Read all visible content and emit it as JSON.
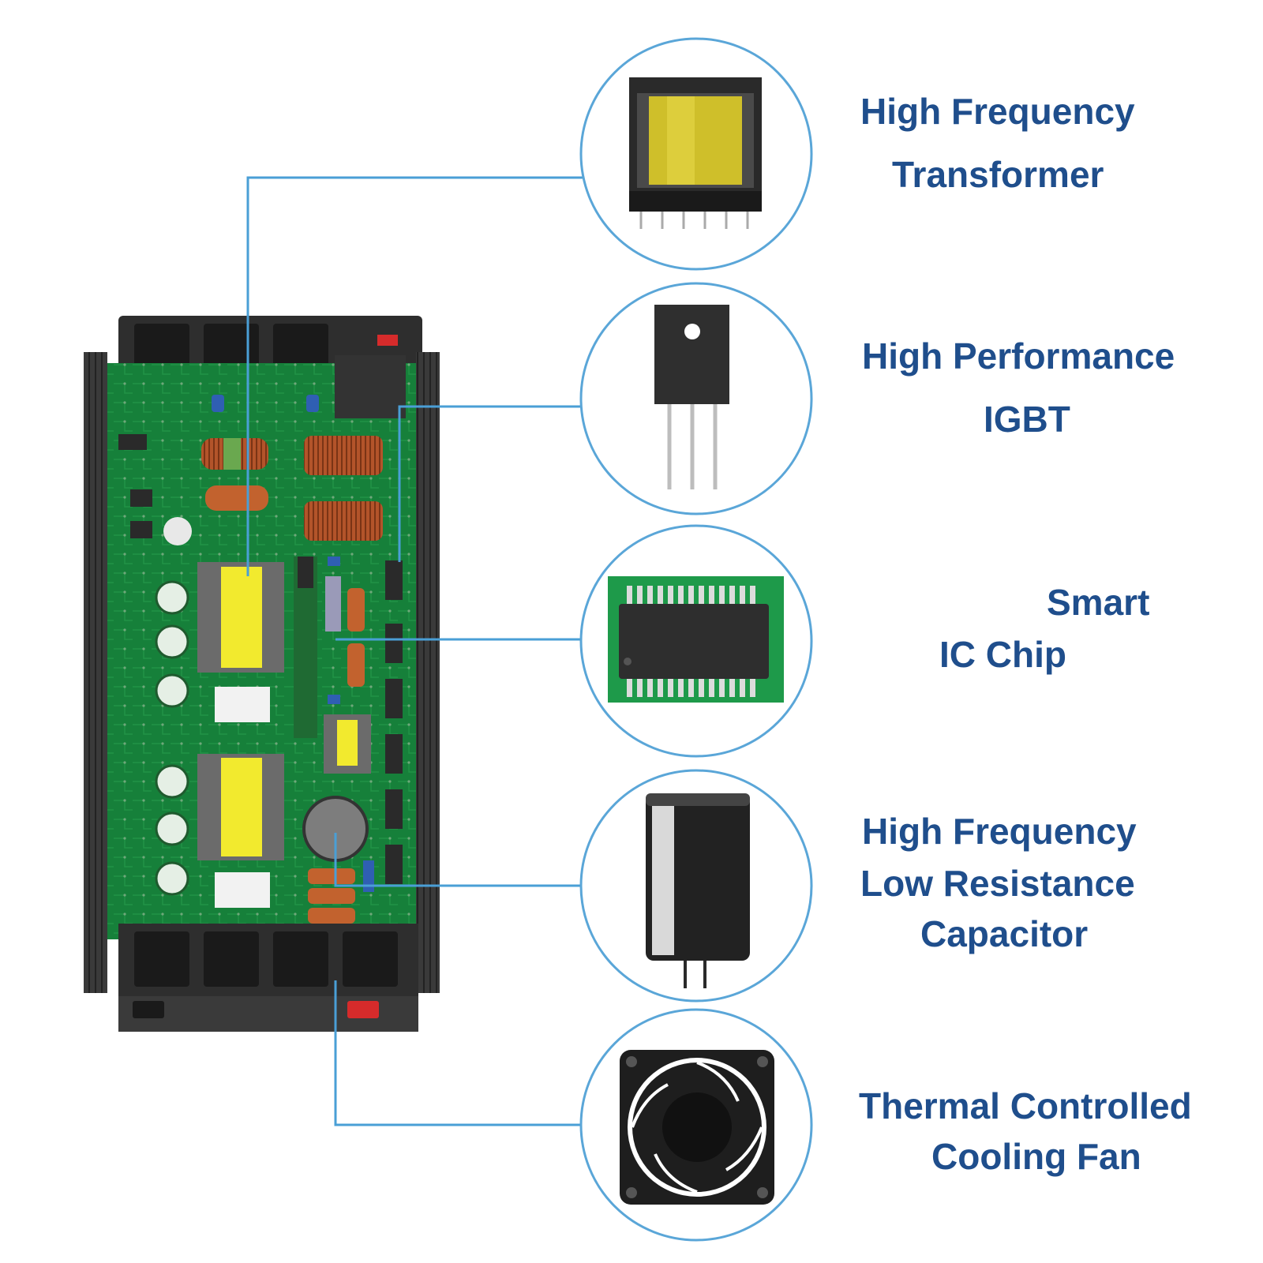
{
  "features": [
    {
      "lines": [
        "High Frequency",
        "Transformer"
      ],
      "icon": "transformer-icon"
    },
    {
      "lines": [
        "High Performance",
        "IGBT"
      ],
      "icon": "igbt-icon"
    },
    {
      "lines": [
        "Smart",
        "IC Chip"
      ],
      "icon": "ic-chip-icon"
    },
    {
      "lines": [
        "High Frequency",
        "Low Resistance",
        "Capacitor"
      ],
      "icon": "capacitor-icon"
    },
    {
      "lines": [
        "Thermal Controlled",
        "Cooling Fan"
      ],
      "icon": "cooling-fan-icon"
    }
  ],
  "colors": {
    "label_text": "#1f4e8c",
    "callout_line": "#4a9fd6",
    "pcb_green": "#16803a",
    "housing": "#2b2b2b",
    "transformer_yellow": "#f2ea2e"
  }
}
